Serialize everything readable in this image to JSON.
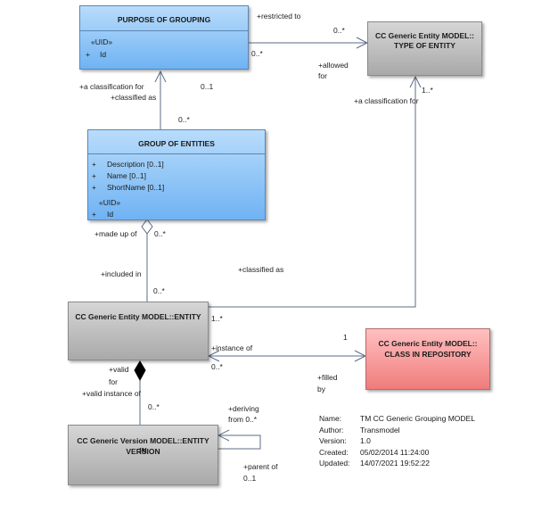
{
  "boxes": {
    "purpose": {
      "title": "PURPOSE OF GROUPING",
      "stereotype": "«UID»",
      "attr_vis": "+",
      "attr": "Id"
    },
    "type_entity": {
      "title_1": "CC Generic Entity MODEL::",
      "title_2": "TYPE OF ENTITY"
    },
    "group": {
      "title": "GROUP OF ENTITIES",
      "attrs": [
        {
          "vis": "+",
          "name": "Description [0..1]"
        },
        {
          "vis": "+",
          "name": "Name [0..1]"
        },
        {
          "vis": "+",
          "name": "ShortName [0..1]"
        }
      ],
      "stereotype": "«UID»",
      "uid_vis": "+",
      "uid": "Id"
    },
    "entity": {
      "title": "CC Generic Entity MODEL::ENTITY"
    },
    "class_repo": {
      "title_1": "CC Generic Entity MODEL::",
      "title_2": "CLASS IN REPOSITORY"
    },
    "entity_version": {
      "title_1": "CC Generic Version MODEL::ENTITY IN",
      "title_2": "VERSION"
    }
  },
  "labels": {
    "restricted_to": "+restricted to",
    "m_0star_a": "0..*",
    "m_0star_b": "0..*",
    "allowed": "+allowed",
    "for_1": "for",
    "a_classification_for_1": "+a  classification for",
    "classified_as_1": "+classified as",
    "m_01_a": "0..1",
    "m_0star_c": "0..*",
    "m_1star_a": "1..*",
    "a_classification_for_2": "+a classification for",
    "made_up_of": "+made up of",
    "m_0star_d": "0..*",
    "included_in": "+included in",
    "classified_as_2": "+classified as",
    "m_0star_e": "0..*",
    "m_1star_b": "1..*",
    "instance_of": "+instance  of",
    "m_1": "1",
    "m_0star_f": "0..*",
    "filled": "+filled",
    "by": "by",
    "valid": "+valid",
    "for_2": "for",
    "valid_instance_of": "+valid instance of",
    "m_0star_g": "0..*",
    "deriving": "+deriving",
    "from": "from 0..*",
    "parent_of": "+parent of",
    "m_01_b": "0..1"
  },
  "note": {
    "rows": [
      {
        "key": "Name:",
        "value": "TM CC Generic Grouping MODEL"
      },
      {
        "key": "Author:",
        "value": "Transmodel"
      },
      {
        "key": "Version:",
        "value": "1.0"
      },
      {
        "key": "Created:",
        "value": "05/02/2014 11:24:00"
      },
      {
        "key": "Updated:",
        "value": "14/07/2021 19:52:22"
      }
    ]
  }
}
